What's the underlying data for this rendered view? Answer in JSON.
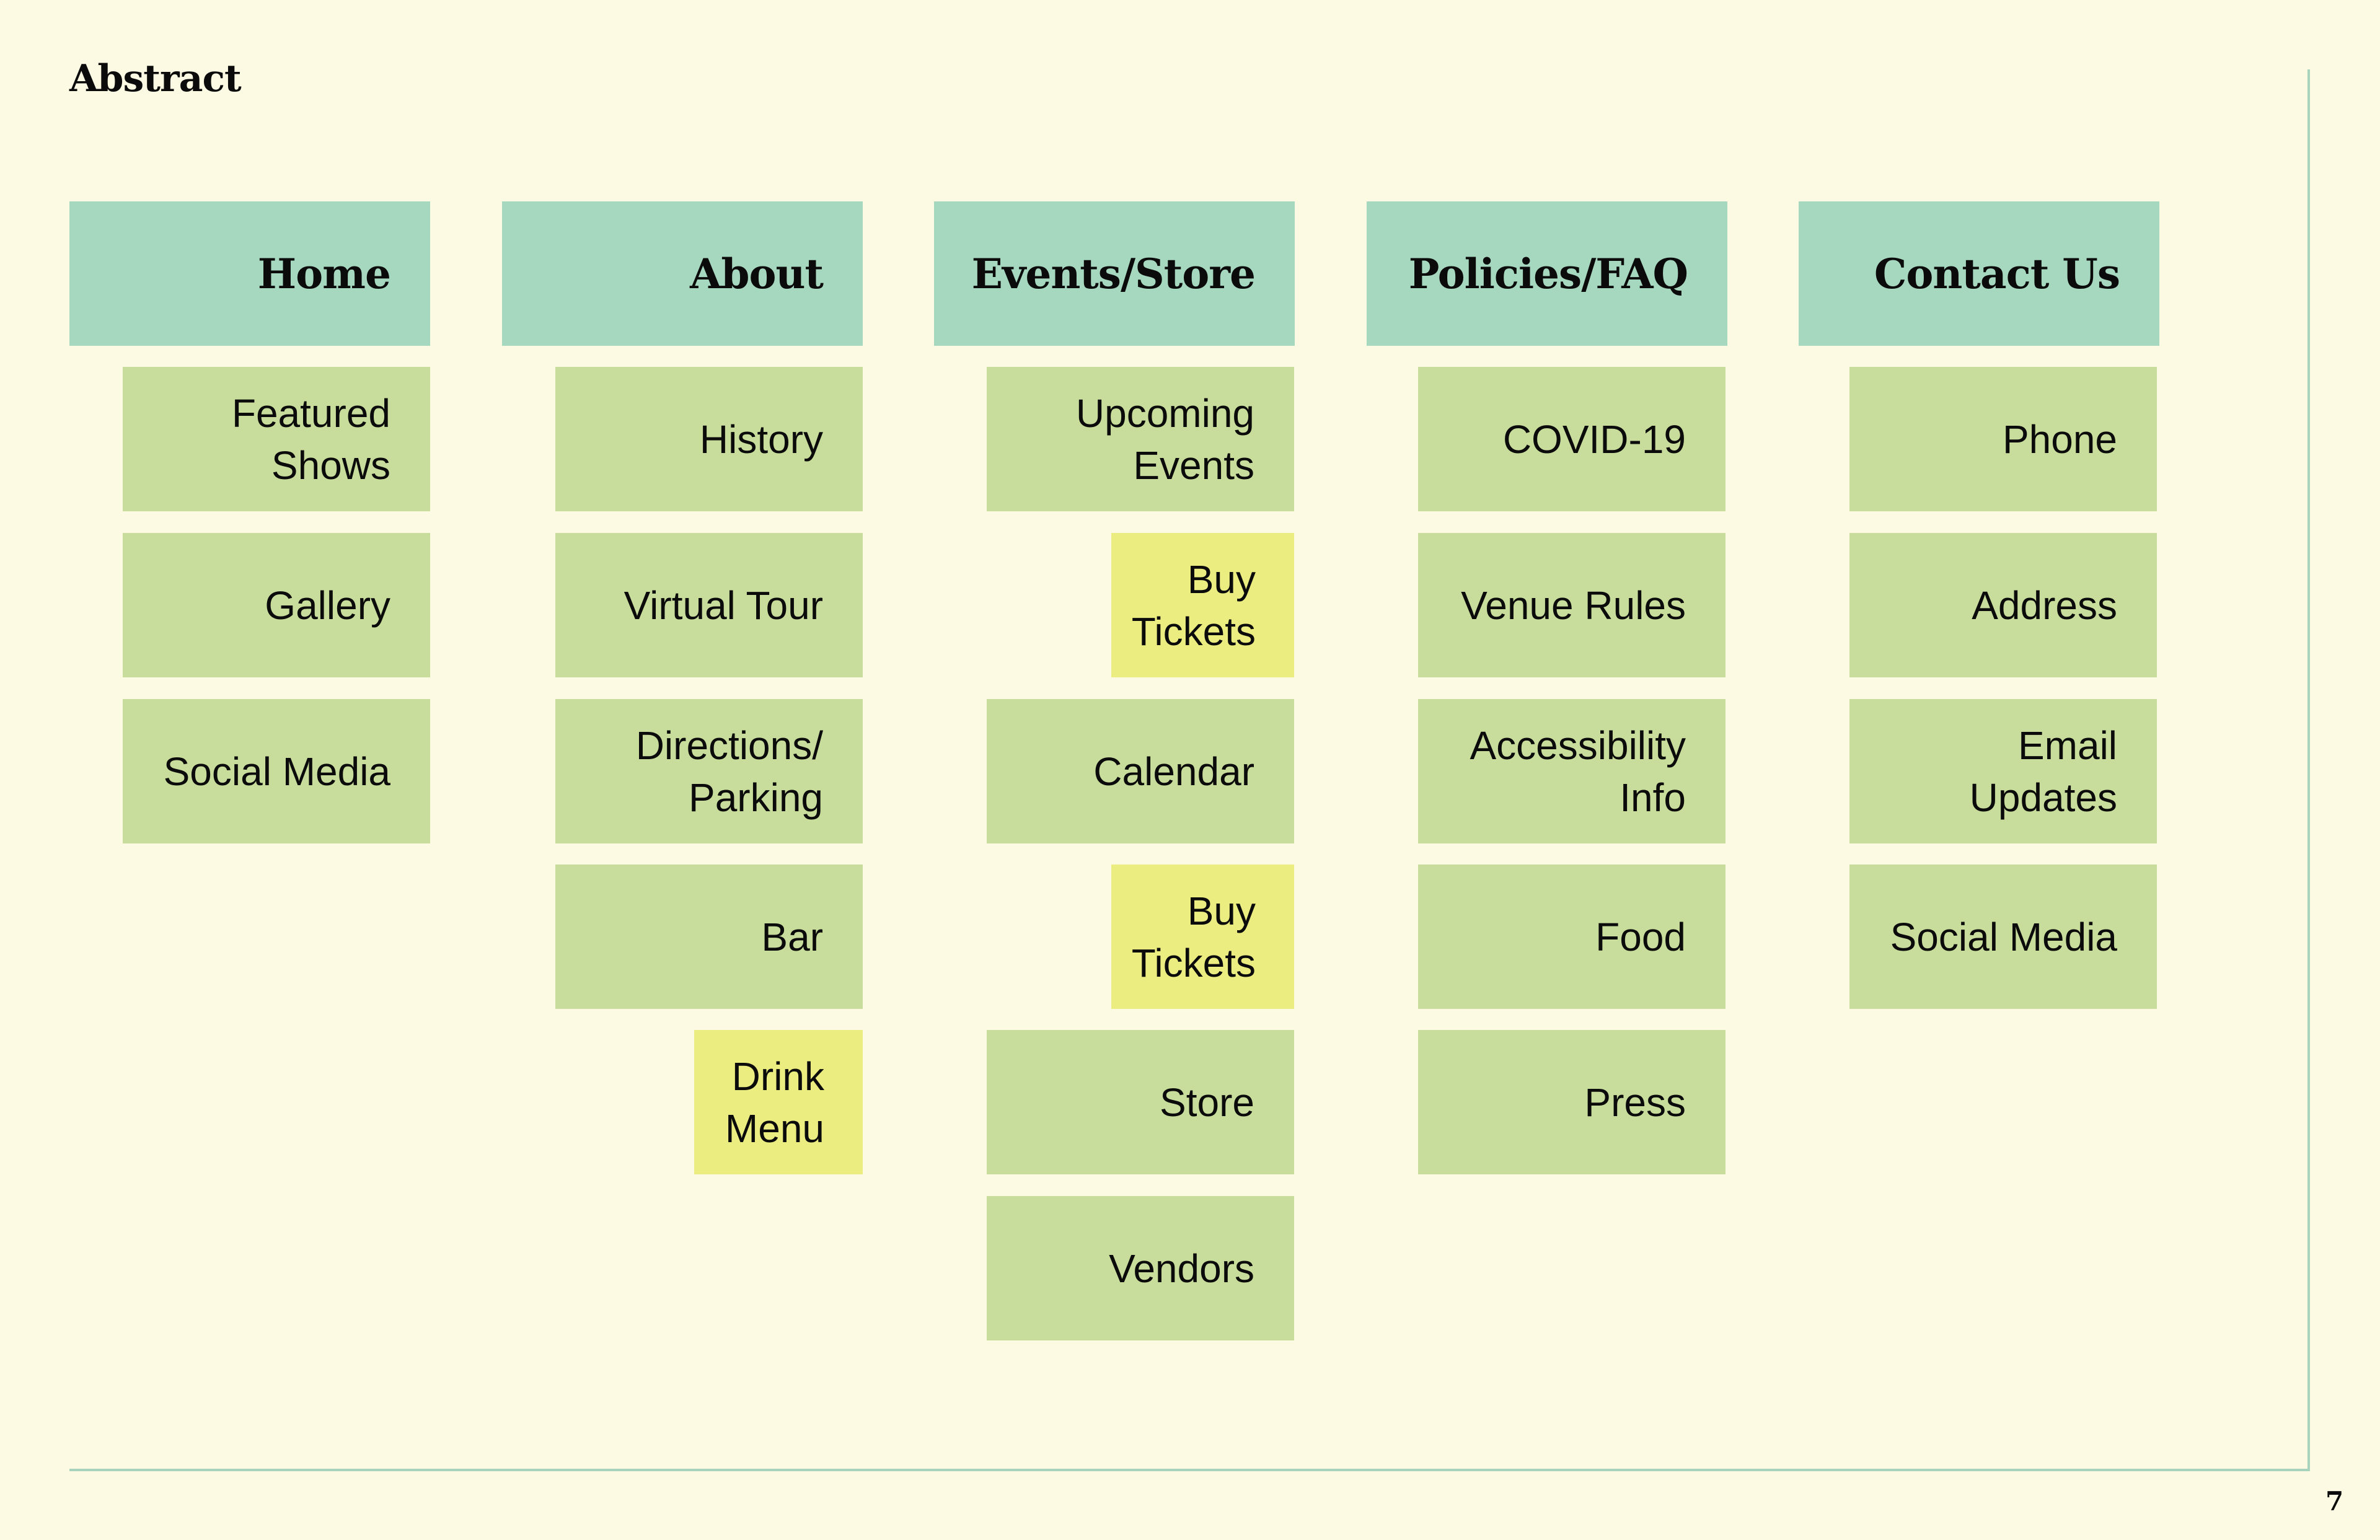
{
  "page": {
    "title": "Abstract",
    "number": "7"
  },
  "colors": {
    "background": "#fdfae4",
    "header": "#a6d7bf",
    "subpage": "#c8dd9b",
    "action": "#eced80",
    "frame": "#a8d4bd"
  },
  "sitemap": [
    {
      "label": "Home",
      "children": [
        {
          "label": "Featured\nShows",
          "kind": "page"
        },
        {
          "label": "Gallery",
          "kind": "page"
        },
        {
          "label": "Social Media",
          "kind": "page"
        }
      ]
    },
    {
      "label": "About",
      "children": [
        {
          "label": "History",
          "kind": "page"
        },
        {
          "label": "Virtual  Tour",
          "kind": "page"
        },
        {
          "label": "Directions/\nParking",
          "kind": "page"
        },
        {
          "label": "Bar",
          "kind": "page"
        },
        {
          "label": "Drink\nMenu",
          "kind": "action"
        }
      ]
    },
    {
      "label": "Events/Store",
      "children": [
        {
          "label": "Upcoming\nEvents",
          "kind": "page"
        },
        {
          "label": "Buy\nTickets",
          "kind": "action"
        },
        {
          "label": "Calendar",
          "kind": "page"
        },
        {
          "label": "Buy\nTickets",
          "kind": "action"
        },
        {
          "label": "Store",
          "kind": "page"
        },
        {
          "label": "Vendors",
          "kind": "page"
        }
      ]
    },
    {
      "label": "Policies/FAQ",
      "children": [
        {
          "label": "COVID-19",
          "kind": "page"
        },
        {
          "label": "Venue Rules",
          "kind": "page"
        },
        {
          "label": "Accessibility\nInfo",
          "kind": "page"
        },
        {
          "label": "Food",
          "kind": "page"
        },
        {
          "label": "Press",
          "kind": "page"
        }
      ]
    },
    {
      "label": "Contact Us",
      "children": [
        {
          "label": "Phone",
          "kind": "page"
        },
        {
          "label": "Address",
          "kind": "page"
        },
        {
          "label": "Email\nUpdates",
          "kind": "page"
        },
        {
          "label": "Social Media",
          "kind": "page"
        }
      ]
    }
  ]
}
